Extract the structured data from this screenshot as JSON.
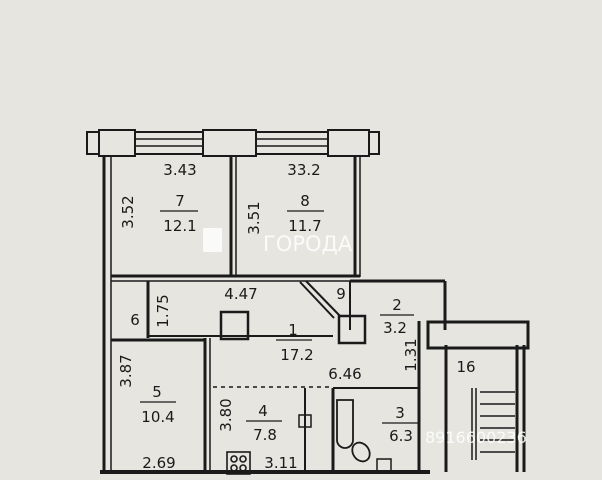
{
  "watermark": {
    "brand": "ГОРОДА",
    "phone_fragment": "8916600236"
  },
  "rooms": [
    {
      "id": "7",
      "area": "12.1"
    },
    {
      "id": "8",
      "area": "11.7"
    },
    {
      "id": "1",
      "area": "17.2"
    },
    {
      "id": "2",
      "area": "3.2"
    },
    {
      "id": "5",
      "area": "10.4"
    },
    {
      "id": "4",
      "area": "7.8"
    },
    {
      "id": "3",
      "area": "6.3"
    }
  ],
  "dimensions": {
    "room7_width": "3.43",
    "room8_width": "33.2",
    "room7_height": "3.52",
    "room8_height": "3.51",
    "hall_length": "4.47",
    "corridor_width": "1.75",
    "closet_6": "6",
    "corner_9": "9",
    "room5_height": "3.87",
    "room5_width": "2.69",
    "room4_height": "3.80",
    "room4_width": "3.11",
    "hall_width": "6.46",
    "vestibule": "1.31",
    "stair_16": "16"
  },
  "colors": {
    "paper": "#e6e5e0",
    "ink": "#1a1a1a",
    "background": "#d9d8d3"
  }
}
